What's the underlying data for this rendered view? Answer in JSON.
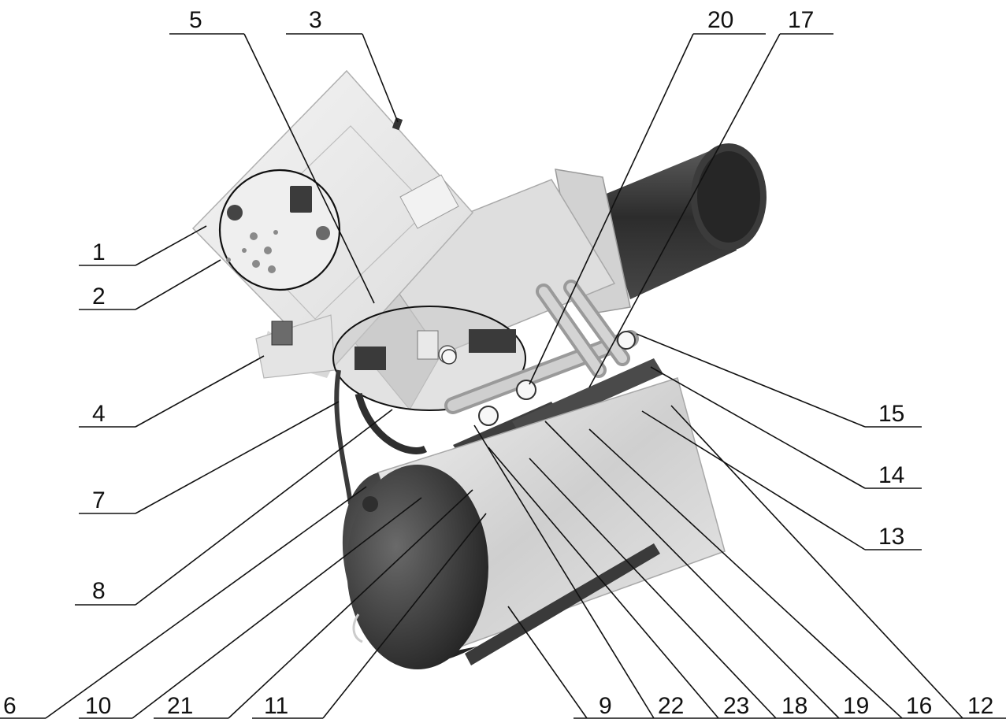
{
  "colors": {
    "background": "#ffffff",
    "ink": "#111111",
    "housing_light": "#e6e6e6",
    "housing_mid": "#cfcfcf",
    "metal_dark": "#3a3a3a",
    "metal_mid": "#6d6d6d",
    "insulation": "#d9d9d9"
  },
  "callouts": [
    {
      "id": "1",
      "label": "1"
    },
    {
      "id": "2",
      "label": "2"
    },
    {
      "id": "3",
      "label": "3"
    },
    {
      "id": "4",
      "label": "4"
    },
    {
      "id": "5",
      "label": "5"
    },
    {
      "id": "6",
      "label": "6"
    },
    {
      "id": "7",
      "label": "7"
    },
    {
      "id": "8",
      "label": "8"
    },
    {
      "id": "9",
      "label": "9"
    },
    {
      "id": "10",
      "label": "10"
    },
    {
      "id": "11",
      "label": "11"
    },
    {
      "id": "12",
      "label": "12"
    },
    {
      "id": "13",
      "label": "13"
    },
    {
      "id": "14",
      "label": "14"
    },
    {
      "id": "15",
      "label": "15"
    },
    {
      "id": "16",
      "label": "16"
    },
    {
      "id": "17",
      "label": "17"
    },
    {
      "id": "18",
      "label": "18"
    },
    {
      "id": "19",
      "label": "19"
    },
    {
      "id": "20",
      "label": "20"
    },
    {
      "id": "21",
      "label": "21"
    },
    {
      "id": "22",
      "label": "22"
    },
    {
      "id": "23",
      "label": "23"
    }
  ]
}
